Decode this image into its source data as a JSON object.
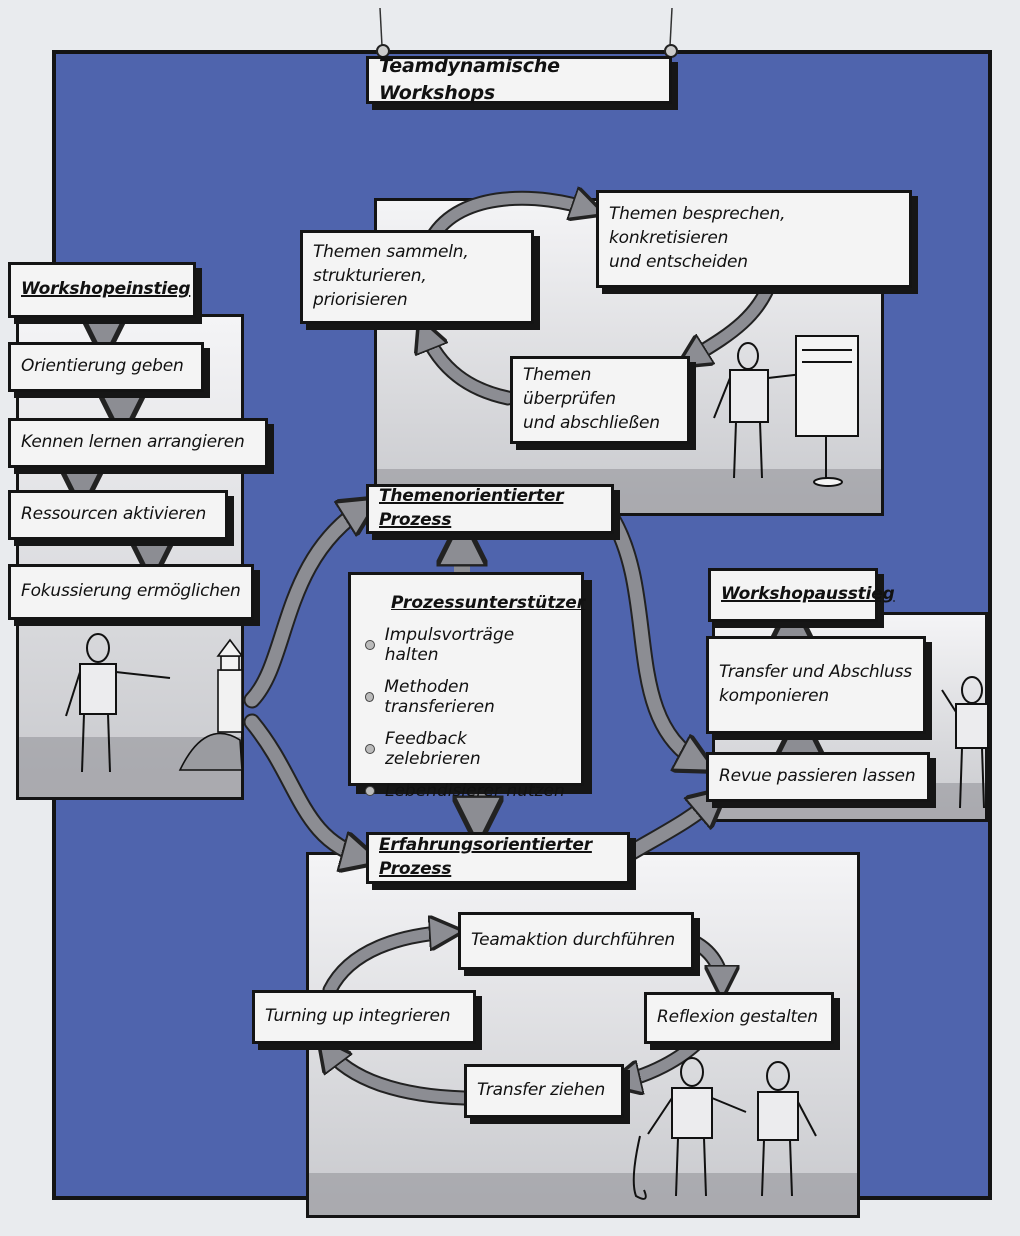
{
  "title": "Teamdynamische Workshops",
  "einstieg": {
    "heading": "Workshopeinstieg",
    "steps": [
      "Orientierung geben",
      "Kennen lernen arrangieren",
      "Ressourcen aktivieren",
      "Fokussierung ermöglichen"
    ]
  },
  "themen": {
    "sammeln": [
      "Themen sammeln,",
      "strukturieren, priorisieren"
    ],
    "besprechen": [
      "Themen besprechen, konkretisieren",
      "und entscheiden"
    ],
    "ueberpruefen": [
      "Themen überprüfen",
      "und abschließen"
    ]
  },
  "prozesse": {
    "themenorientiert": "Themenorientierter Prozess",
    "erfahrungsorientiert": "Erfahrungsorientierter Prozess"
  },
  "unterstuetzer": {
    "heading": "Prozessunterstützer",
    "items": [
      "Impulsvorträge halten",
      "Methoden transferieren",
      "Feedback zelebrieren",
      "Lebendisierer nutzen"
    ]
  },
  "ausstieg": {
    "heading": "Workshopausstieg",
    "transfer": [
      "Transfer und Abschluss",
      "komponieren"
    ],
    "revue": "Revue passieren lassen"
  },
  "erfahrung": {
    "teamaktion": "Teamaktion durchführen",
    "reflexion": "Reflexion gestalten",
    "transfer": "Transfer ziehen",
    "turning": "Turning up integrieren"
  },
  "colors": {
    "poster_blue": "#4f64ad",
    "arrow_gray": "#8c8d93",
    "card": "#f4f4f4"
  }
}
